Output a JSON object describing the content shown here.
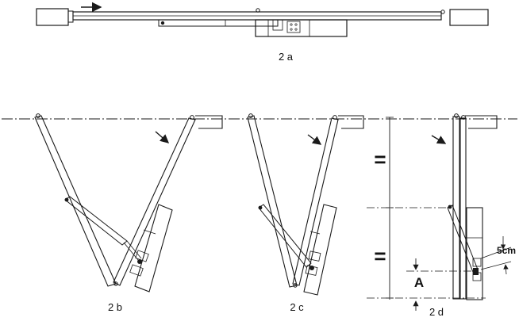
{
  "figure": {
    "panel_labels": {
      "a": "2 a",
      "b": "2 b",
      "c": "2 c",
      "d": "2 d"
    },
    "annotations": {
      "equal_sign_upper": "=",
      "equal_sign_lower": "=",
      "dimension_a": "A",
      "offset_5cm": "5cm"
    },
    "colors": {
      "ink": "#1a1a1a",
      "background": "#ffffff"
    }
  }
}
